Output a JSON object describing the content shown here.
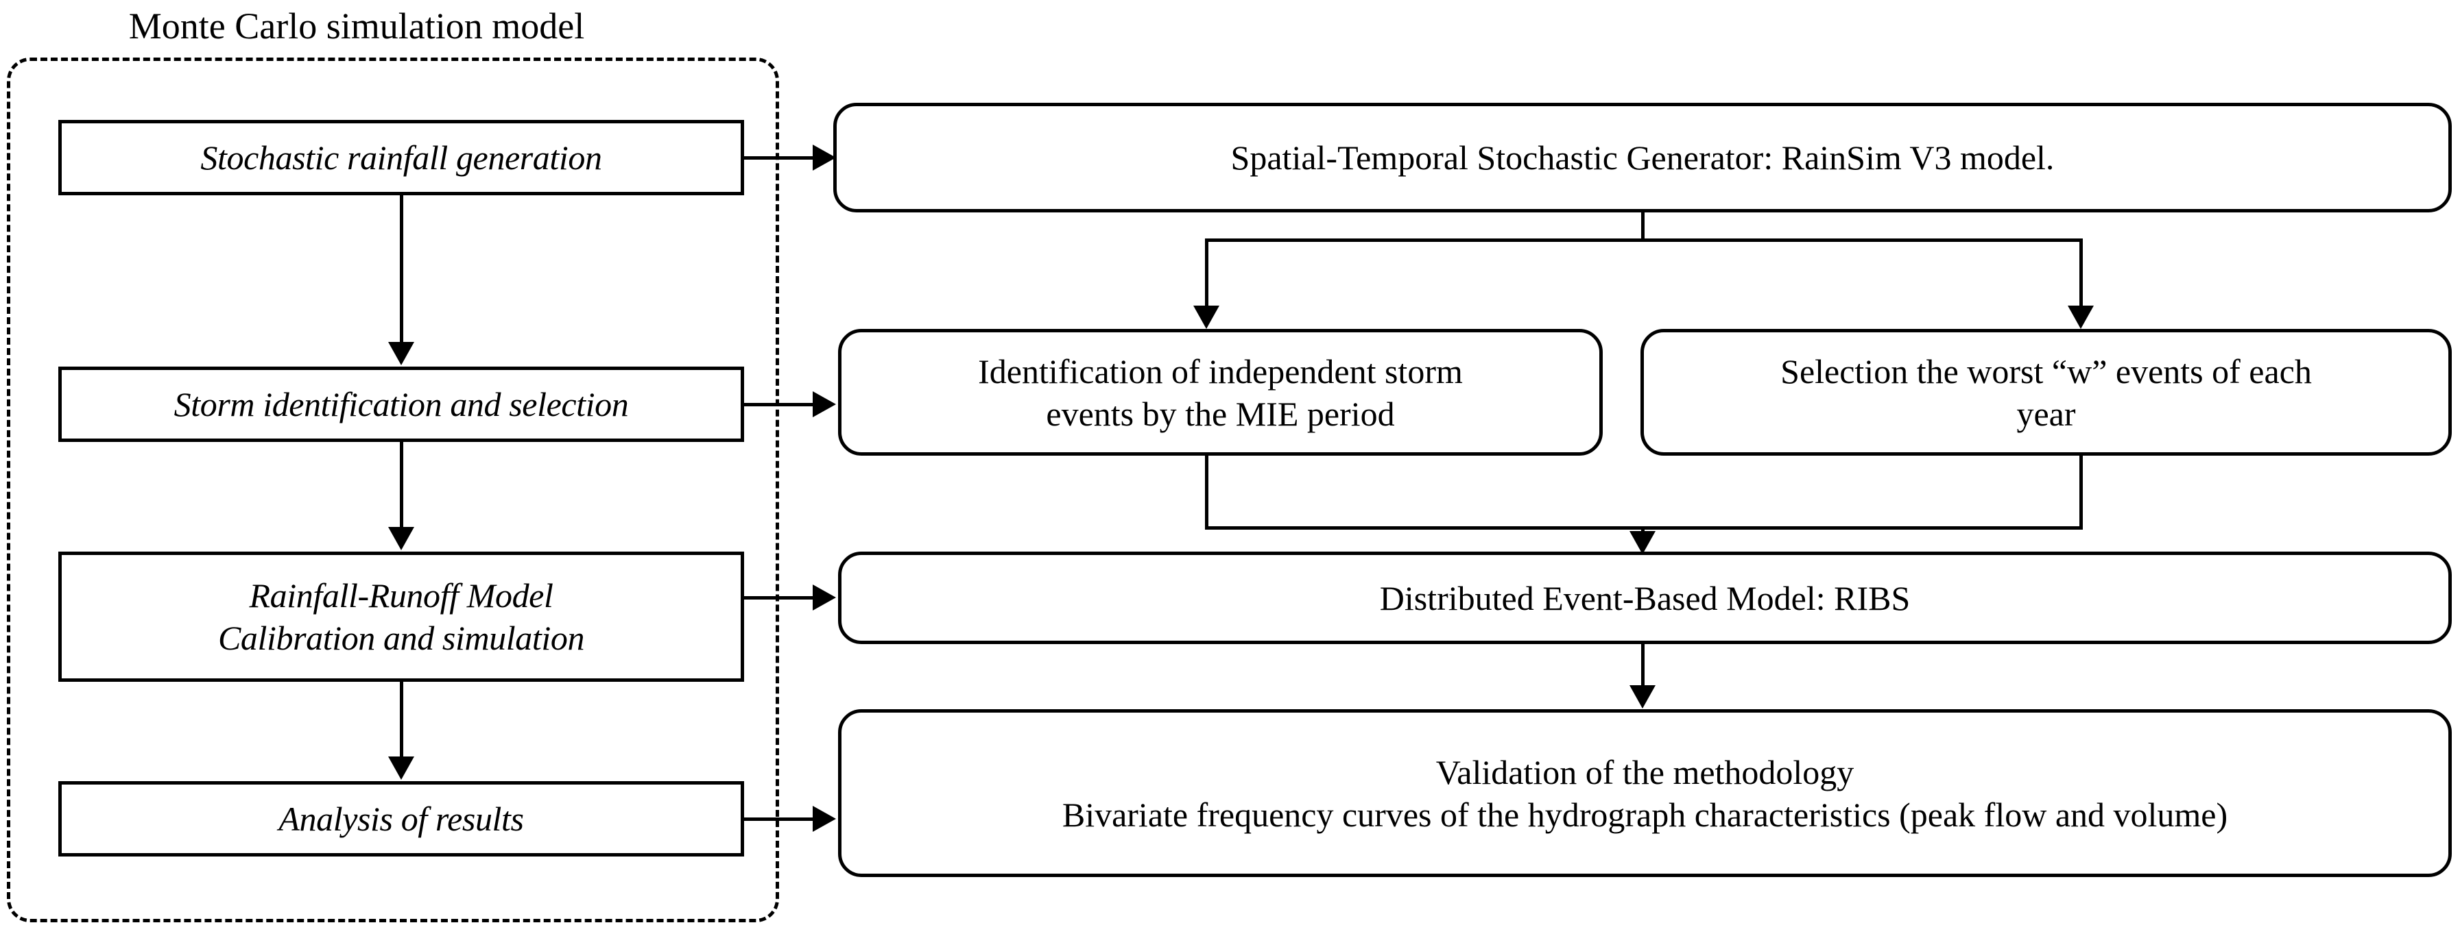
{
  "diagram": {
    "group": {
      "title": "Monte Carlo simulation model"
    },
    "left_column": [
      {
        "id": "stochastic-rainfall-generation",
        "label": "Stochastic rainfall generation"
      },
      {
        "id": "storm-identification-and-selection",
        "label": "Storm identification and selection"
      },
      {
        "id": "rainfall-runoff-model",
        "label_line1": "Rainfall-Runoff  Model",
        "label_line2": "Calibration and simulation"
      },
      {
        "id": "analysis-of-results",
        "label": "Analysis of results"
      }
    ],
    "right_column": [
      {
        "id": "rainsim-generator",
        "label": "Spatial-Temporal Stochastic Generator: RainSim V3 model."
      },
      {
        "id": "storm-identification-mie",
        "label_line1": "Identification of independent storm",
        "label_line2": "events by the MIE period"
      },
      {
        "id": "worst-events-selection",
        "label_line1": "Selection the worst “w” events of each",
        "label_line2": "year"
      },
      {
        "id": "ribs-model",
        "label": "Distributed Event-Based Model: RIBS"
      },
      {
        "id": "validation",
        "label_line1": "Validation of the methodology",
        "label_line2": "Bivariate frequency curves of the hydrograph characteristics (peak flow and volume)"
      }
    ],
    "colors": {
      "stroke": "#000000",
      "fill": "#ffffff",
      "text": "#000000"
    }
  }
}
